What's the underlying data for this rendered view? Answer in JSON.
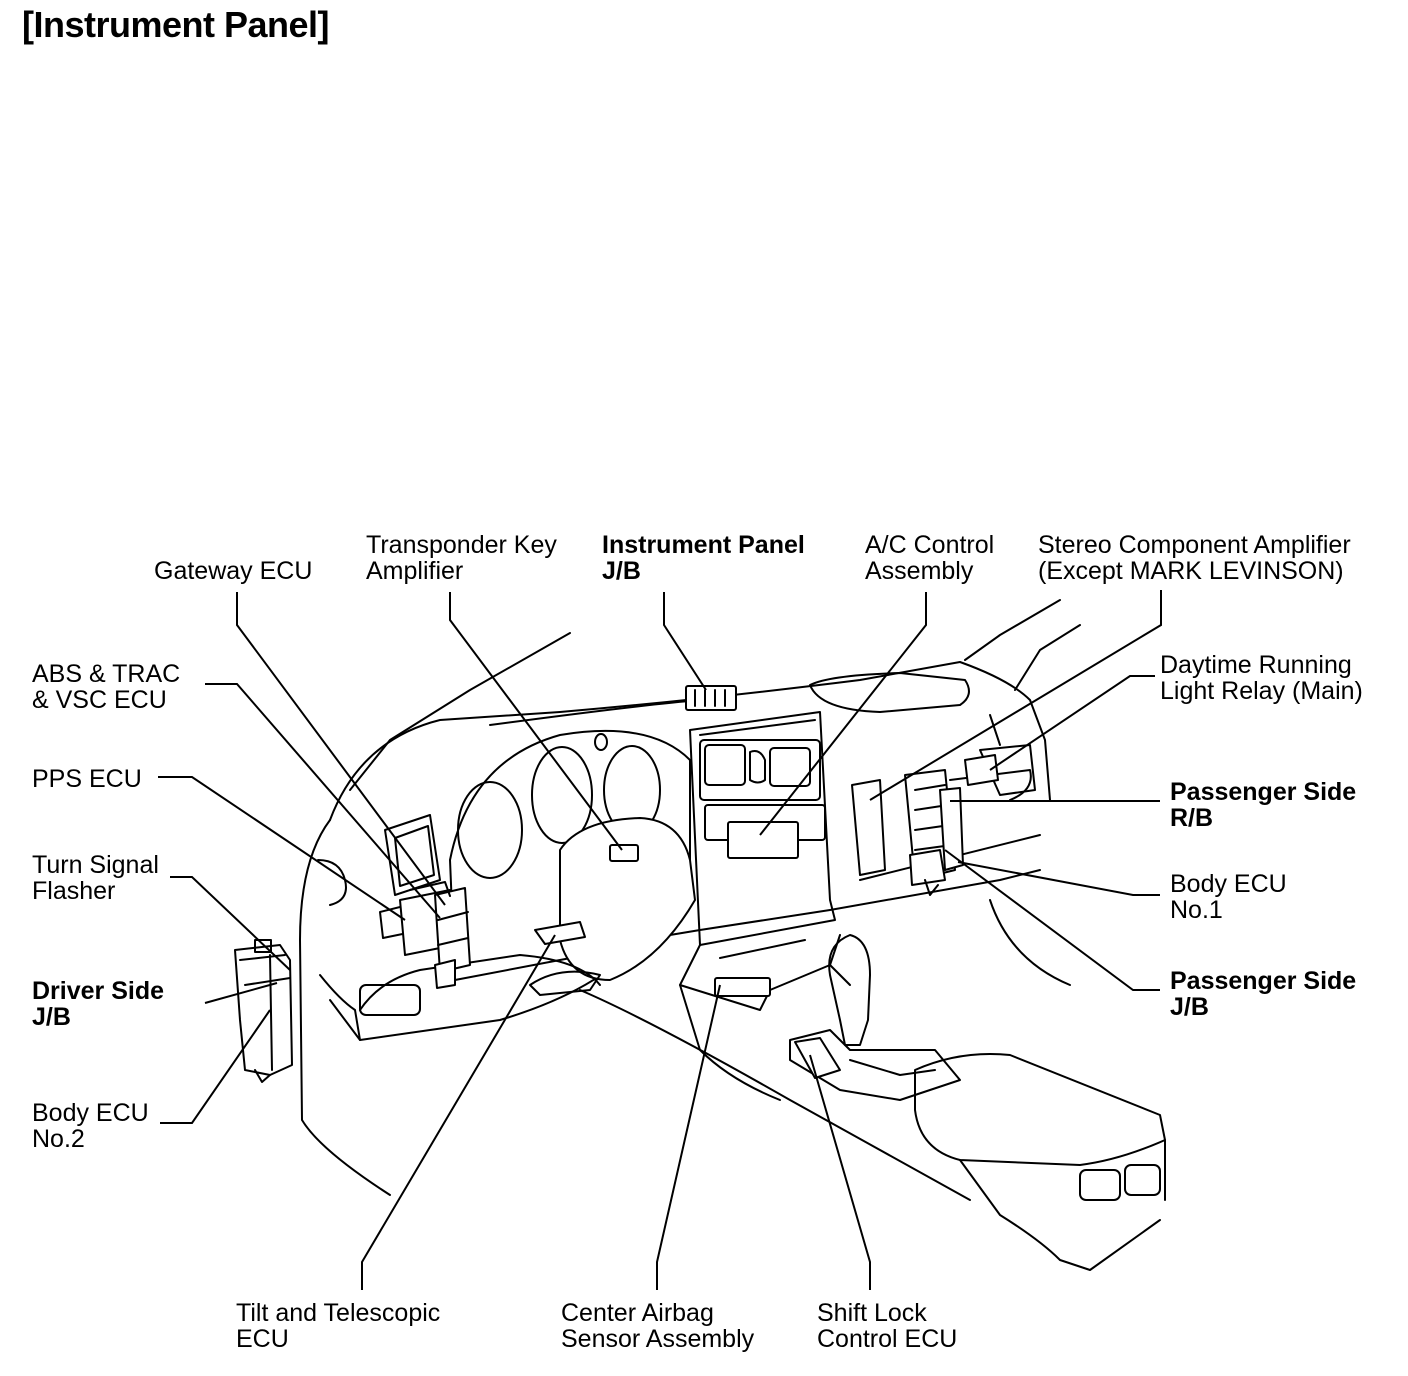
{
  "title": "[Instrument Panel]",
  "labels": {
    "gateway_ecu": [
      "Gateway ECU"
    ],
    "transponder_key_amp": [
      "Transponder Key",
      "Amplifier"
    ],
    "instrument_panel_jb": [
      "Instrument Panel",
      "J/B"
    ],
    "ac_control": [
      "A/C Control",
      "Assembly"
    ],
    "stereo_amp": [
      "Stereo Component Amplifier",
      "(Except MARK LEVINSON)"
    ],
    "abs_ecu": [
      "ABS & TRAC",
      "& VSC ECU"
    ],
    "pps_ecu": [
      "PPS ECU"
    ],
    "turn_signal": [
      "Turn Signal",
      "Flasher"
    ],
    "driver_jb": [
      "Driver Side",
      "J/B"
    ],
    "body_ecu_2": [
      "Body ECU",
      "No.2"
    ],
    "daytime_relay": [
      "Daytime Running",
      "Light Relay (Main)"
    ],
    "passenger_rb": [
      "Passenger Side",
      "R/B"
    ],
    "body_ecu_1": [
      "Body ECU",
      "No.1"
    ],
    "passenger_jb": [
      "Passenger Side",
      "J/B"
    ],
    "tilt_ecu": [
      "Tilt and Telescopic",
      "ECU"
    ],
    "airbag_sensor": [
      "Center Airbag",
      "Sensor Assembly"
    ],
    "shift_lock": [
      "Shift Lock",
      "Control ECU"
    ]
  }
}
